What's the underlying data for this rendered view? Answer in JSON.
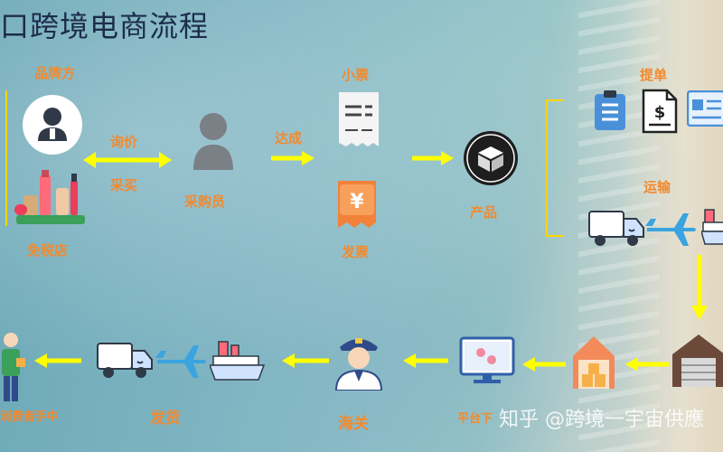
{
  "title": "口跨境电商流程",
  "labels": {
    "brand": "品牌方",
    "duty_free": "免税店",
    "negotiate": "询价",
    "purchase": "采买",
    "buyer": "采购员",
    "agree": "达成",
    "ticket": "小票",
    "invoice": "发票",
    "product": "产品",
    "bill": "提单",
    "transport": "运输",
    "platform": "平台下",
    "customs": "海关",
    "ship": "发货",
    "consumer": "消费者手中"
  },
  "watermark": "知乎 @跨境一宇宙供應",
  "colors": {
    "accent": "#f28a2e",
    "arrow": "#ffff00",
    "title": "#1b2c4c"
  }
}
